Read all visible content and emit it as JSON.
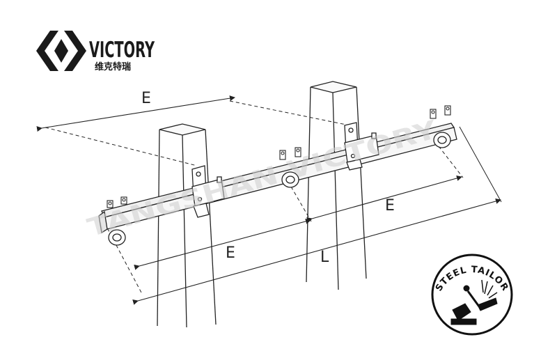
{
  "logo": {
    "name": "VICTORY",
    "subtitle": "维克特瑞",
    "color": "#1a1a1a"
  },
  "watermark": {
    "text": "TANGSHAN VICTORY",
    "color": "#cfcfcf"
  },
  "dimensions": {
    "e_top": "E",
    "e_right": "E",
    "e_bottom": "E",
    "l_total": "L"
  },
  "badge": {
    "text": "STEEL TAILOR",
    "color": "#111111"
  },
  "colors": {
    "line": "#222222",
    "crossarm": "#f4f4f4"
  }
}
